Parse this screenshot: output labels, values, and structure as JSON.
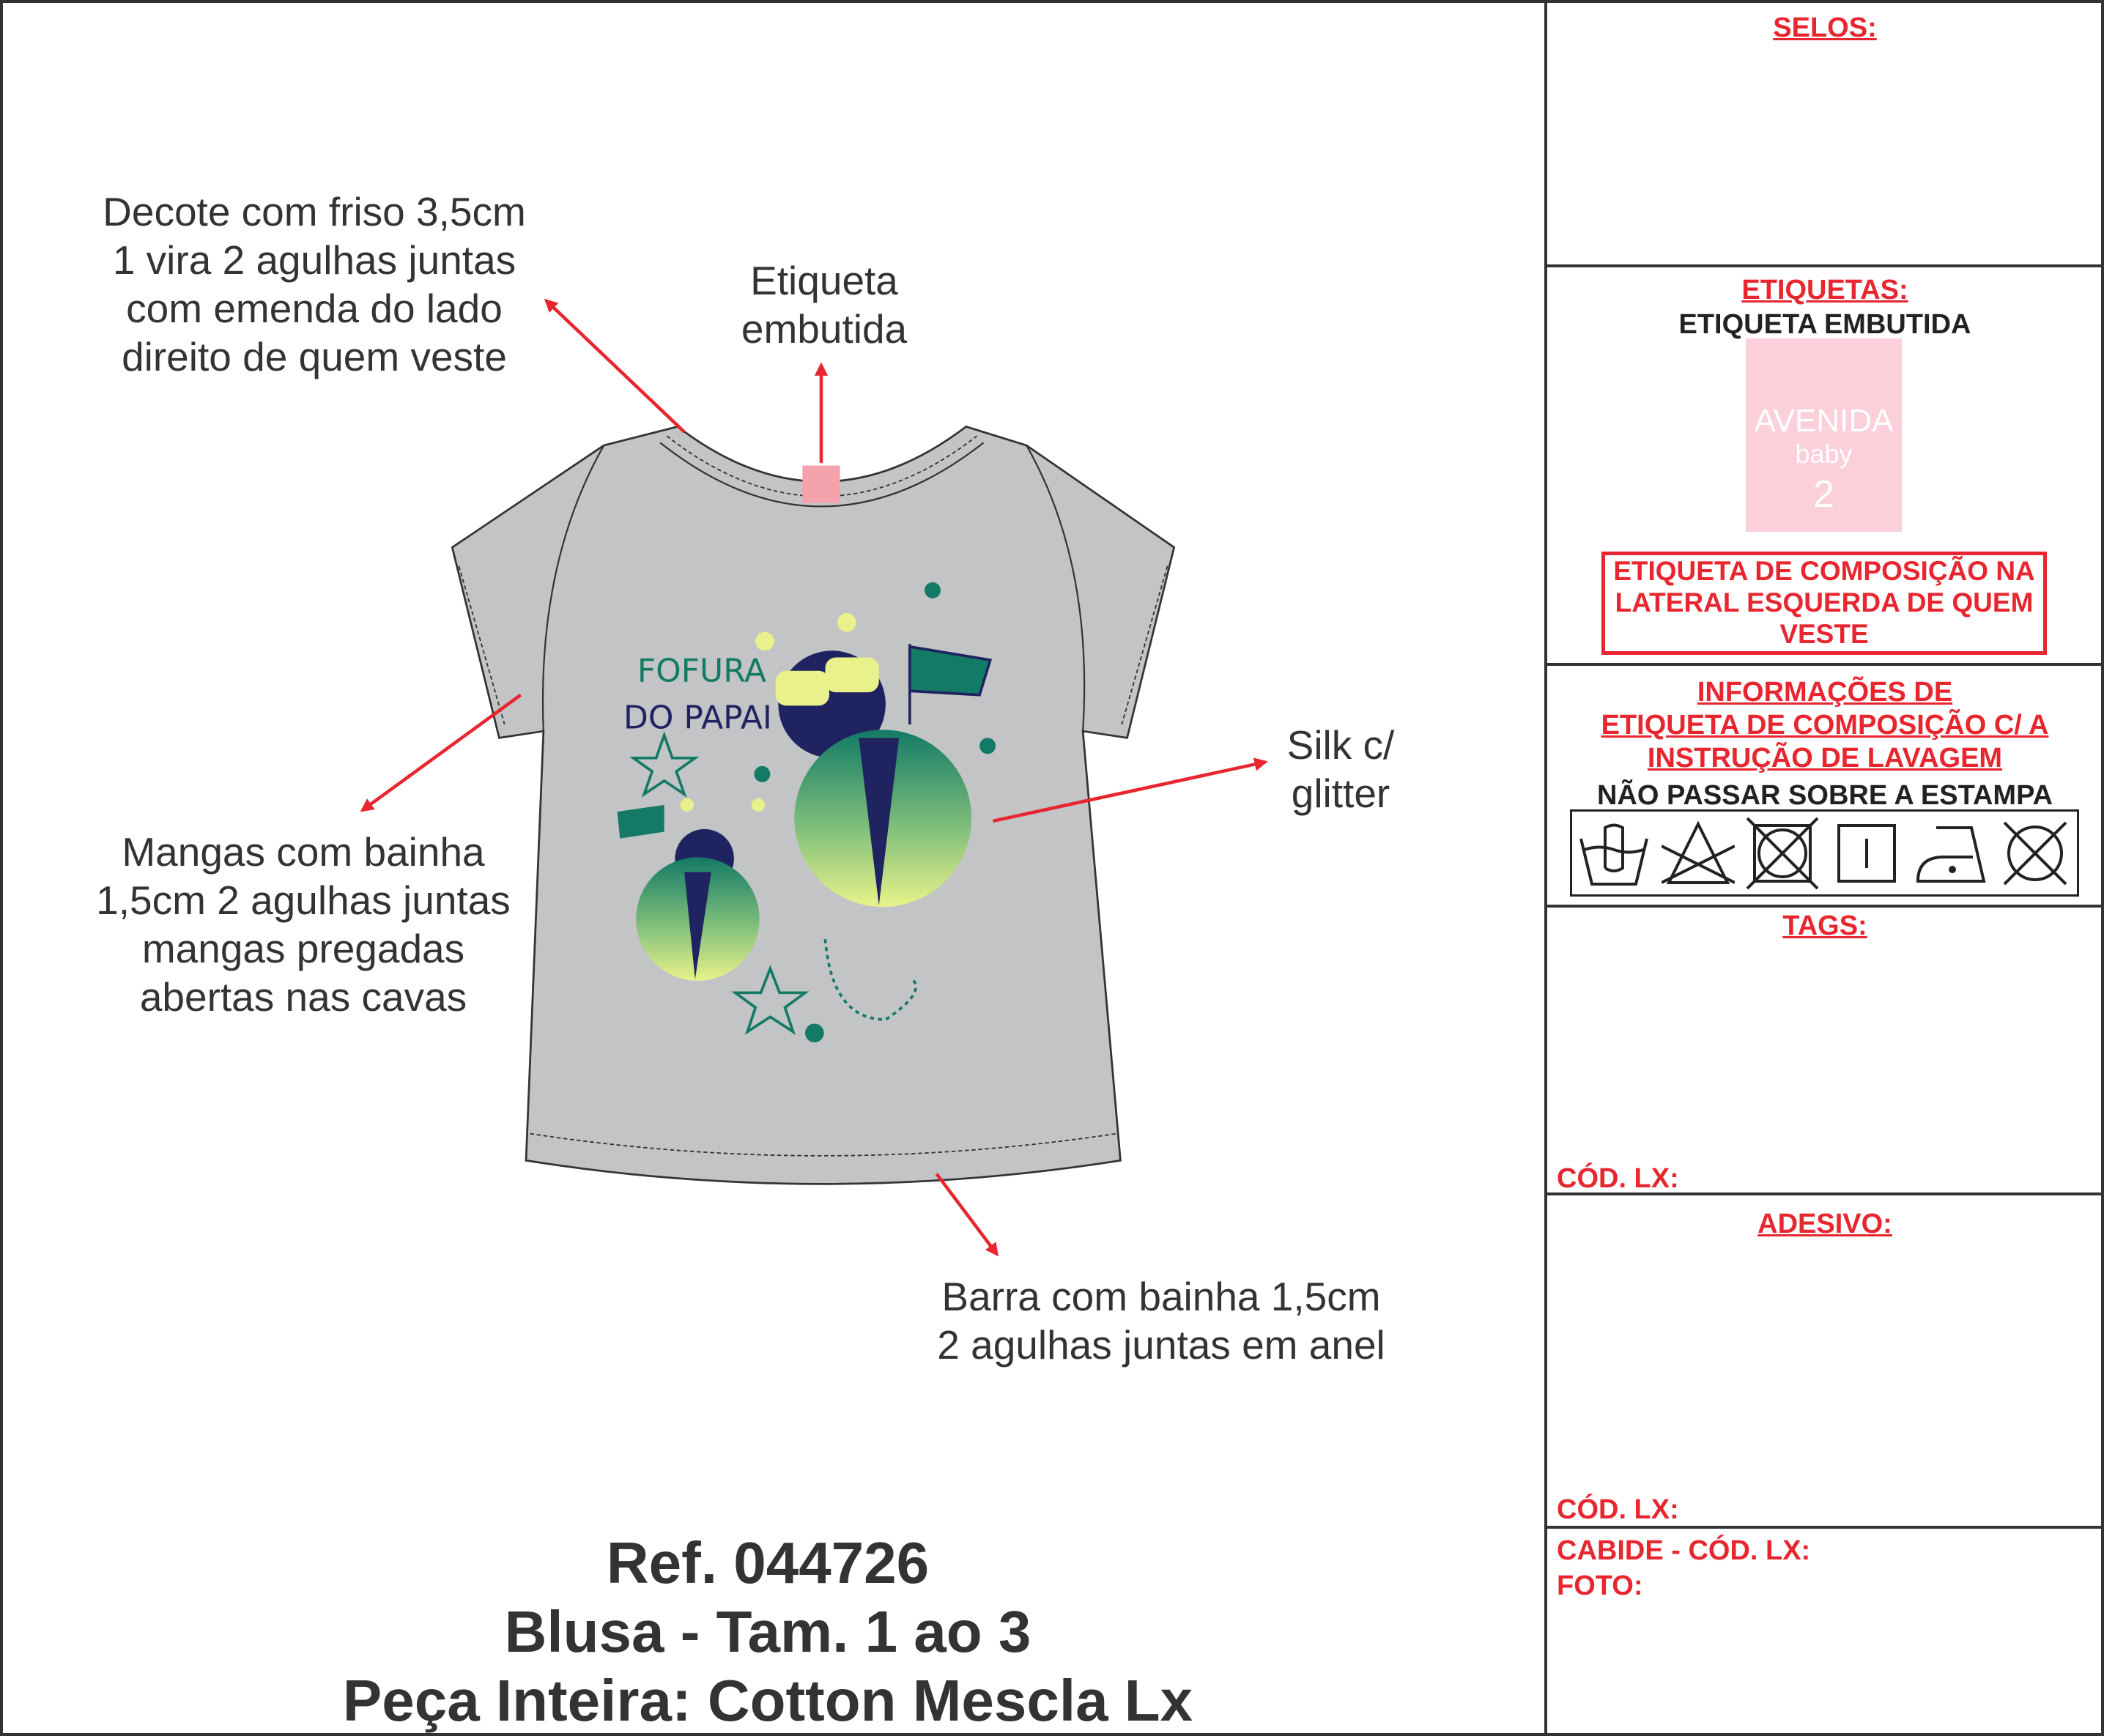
{
  "annotations": {
    "neckline": [
      "Decote com friso 3,5cm",
      "1 vira 2 agulhas juntas",
      "com emenda do lado",
      "direito de quem veste"
    ],
    "label": [
      "Etiqueta",
      "embutida"
    ],
    "sleeves": [
      "Mangas com bainha",
      "1,5cm 2 agulhas juntas",
      "mangas pregadas",
      "abertas nas cavas"
    ],
    "print": [
      "Silk c/",
      "glitter"
    ],
    "hem": [
      "Barra com bainha 1,5cm",
      "2 agulhas juntas em anel"
    ]
  },
  "product": {
    "ref": "Ref. 044726",
    "description": "Blusa - Tam. 1 ao 3",
    "fabric": "Peça Inteira: Cotton Mescla Lx"
  },
  "print_text": [
    "FOFURA",
    "DO PAPAI"
  ],
  "side_panel": {
    "selos": "SELOS:",
    "etiquetas": "ETIQUETAS:",
    "etiqueta_embutida": "ETIQUETA EMBUTIDA",
    "label_sample": {
      "brand": "AVENIDA",
      "line": "baby",
      "size": "2"
    },
    "composition_box": [
      "ETIQUETA DE COMPOSIÇÃO NA",
      "LATERAL ESQUERDA DE QUEM",
      "VESTE"
    ],
    "info_heading": [
      "INFORMAÇÕES DE",
      "ETIQUETA DE COMPOSIÇÃO C/ A",
      "INSTRUÇÃO DE LAVAGEM"
    ],
    "warning": "NÃO PASSAR SOBRE A ESTAMPA",
    "care_symbols": [
      "hand-wash-icon",
      "no-bleach-icon",
      "no-tumble-dry-icon",
      "line-dry-icon",
      "iron-low-icon",
      "no-dry-clean-icon"
    ],
    "tags": "TAGS:",
    "cod_lx_1": "CÓD. LX:",
    "adesivo": "ADESIVO:",
    "cod_lx_2": "CÓD. LX:",
    "cabide": "CABIDE - CÓD. LX:",
    "foto": "FOTO:"
  },
  "colors": {
    "accent_red": "#e8262f",
    "shirt_gray": "#c3c4c6",
    "label_pink": "#f4a3ac",
    "navy": "#1f2461",
    "teal": "#137a66",
    "lime": "#e9f28a"
  }
}
